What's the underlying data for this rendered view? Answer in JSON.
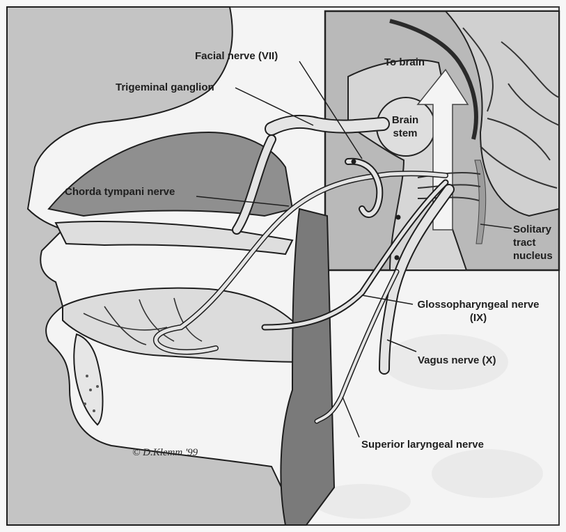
{
  "labels": {
    "facial_nerve": "Facial nerve (VII)",
    "trigeminal_ganglion": "Trigeminal ganglion",
    "to_brain": "To brain",
    "brain_stem": "Brain stem",
    "chorda_tympani": "Chorda tympani nerve",
    "solitary_tract": "Solitary tract nucleus",
    "glossopharyngeal": "Glossopharyngeal nerve (IX)",
    "vagus": "Vagus nerve (X)",
    "superior_laryngeal": "Superior laryngeal nerve"
  },
  "credit": "© D.Klemm '99",
  "colors": {
    "background": "#f7f7f7",
    "inset_fill": "#b9b9b9",
    "skin": "#c4c4c4",
    "cavity": "#8f8f8f",
    "bone": "#dedede",
    "nerve": "#e4e4e4",
    "outline": "#1e1e1e"
  }
}
